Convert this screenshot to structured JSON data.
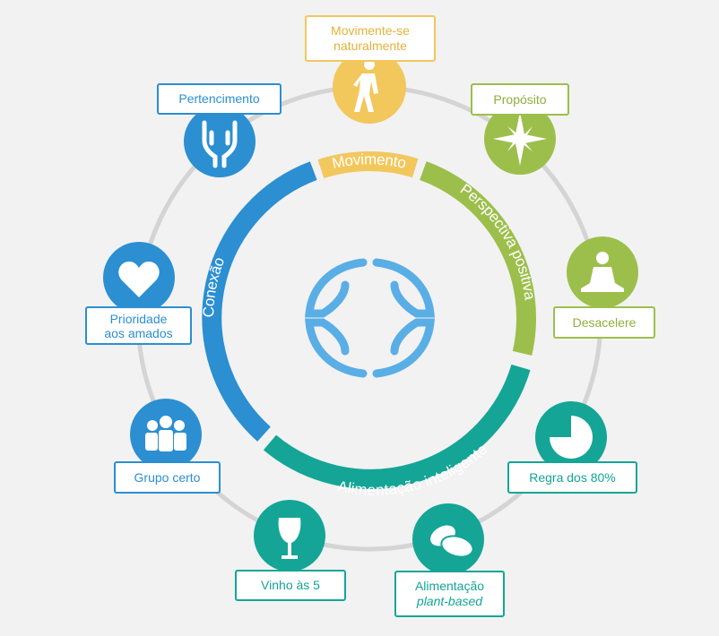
{
  "colors": {
    "movement": "#f2c75c",
    "perspective": "#9cbf4c",
    "food": "#14a596",
    "connection": "#2b8fd1",
    "logo": "#5aaee6",
    "ring": "#d4d4d4"
  },
  "categories": {
    "movement": "Movimento",
    "perspective": "Perspectiva positiva",
    "food": "Alimentação inteligente",
    "connection": "Conexão"
  },
  "items": [
    {
      "label": "Movimente-se naturalmente",
      "line1": "Movimente-se",
      "line2": "naturalmente",
      "icon": "walking-person-icon",
      "category": "movement"
    },
    {
      "label": "Propósito",
      "icon": "compass-star-icon",
      "category": "perspective"
    },
    {
      "label": "Desacelere",
      "icon": "meditation-icon",
      "category": "perspective"
    },
    {
      "label": "Regra dos 80%",
      "icon": "pie-80-icon",
      "category": "food"
    },
    {
      "label": "Alimentação plant-based",
      "line1": "Alimentação",
      "line2": "plant-based",
      "icon": "beans-icon",
      "category": "food"
    },
    {
      "label": "Vinho às 5",
      "icon": "wine-glass-icon",
      "category": "food"
    },
    {
      "label": "Grupo certo",
      "icon": "group-icon",
      "category": "connection"
    },
    {
      "label": "Prioridade aos amados",
      "line1": "Prioridade",
      "line2": "aos amados",
      "icon": "heart-icon",
      "category": "connection"
    },
    {
      "label": "Pertencimento",
      "icon": "hands-icon",
      "category": "connection"
    }
  ]
}
